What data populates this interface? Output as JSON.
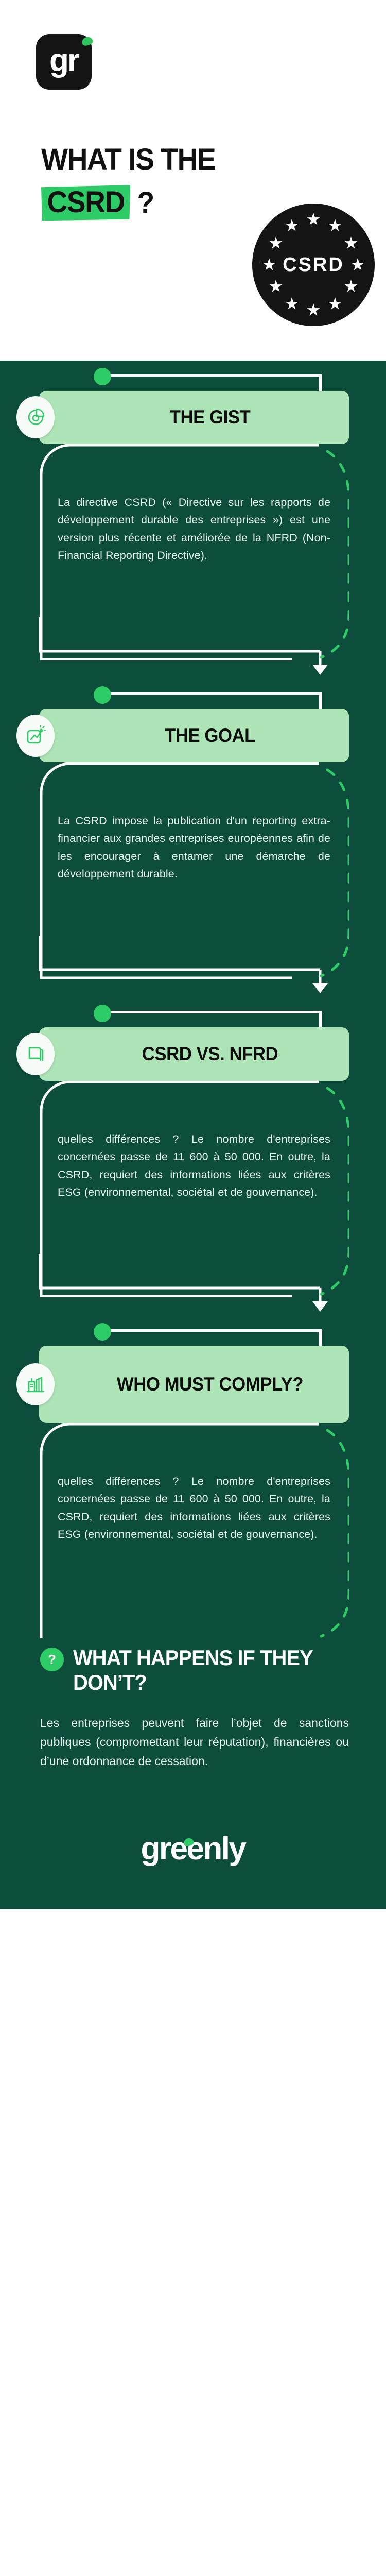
{
  "brand": {
    "logo_glyph": "gr",
    "logo_icon": "greenly-app-icon",
    "wordmark": "greenly",
    "accent_green": "#2ecc66",
    "banner_green": "#aee5b7",
    "background_green": "#0c4d3b",
    "ink": "#111111"
  },
  "header": {
    "title_line1": "WHAT IS THE",
    "title_highlight": "CSRD",
    "title_suffix": "?",
    "badge_label": "CSRD",
    "badge_stars": 12
  },
  "sections": [
    {
      "id": "the-gist",
      "label": "THE GIST",
      "icon": "pie-chart-icon",
      "body": "La directive CSRD (« Directive sur les rapports de développement durable des entreprises ») est une version plus récente et améliorée de la NFRD (Non-Financial Reporting Directive)."
    },
    {
      "id": "the-goal",
      "label": "THE GOAL",
      "icon": "target-growth-icon",
      "body": "La CSRD impose la publication d'un reporting extra-financier aux grandes entreprises européennes afin de les encourager à entamer une démarche de développement durable."
    },
    {
      "id": "csrd-vs-nfrd",
      "label": "CSRD VS. NFRD",
      "icon": "book-icon",
      "body": "quelles différences ? Le nombre d'entreprises concernées passe de 11 600 à 50 000. En outre, la CSRD, requiert des informations liées aux critères ESG (environnemental, sociétal et de gouvernance)."
    },
    {
      "id": "who-must-comply",
      "label": "WHO MUST COMPLY?",
      "icon": "buildings-icon",
      "body": "quelles différences ? Le nombre d'entreprises concernées passe de 11 600 à 50 000. En outre, la CSRD, requiert des informations liées aux critères ESG (environnemental, sociétal et de gouvernance)."
    }
  ],
  "final": {
    "question_mark": "?",
    "title": "WHAT HAPPENS IF THEY DON’T?",
    "body": "Les entreprises peuvent faire l’objet de sanctions publiques (compromettant leur réputation), financières ou d’une ordonnance de cessation."
  }
}
